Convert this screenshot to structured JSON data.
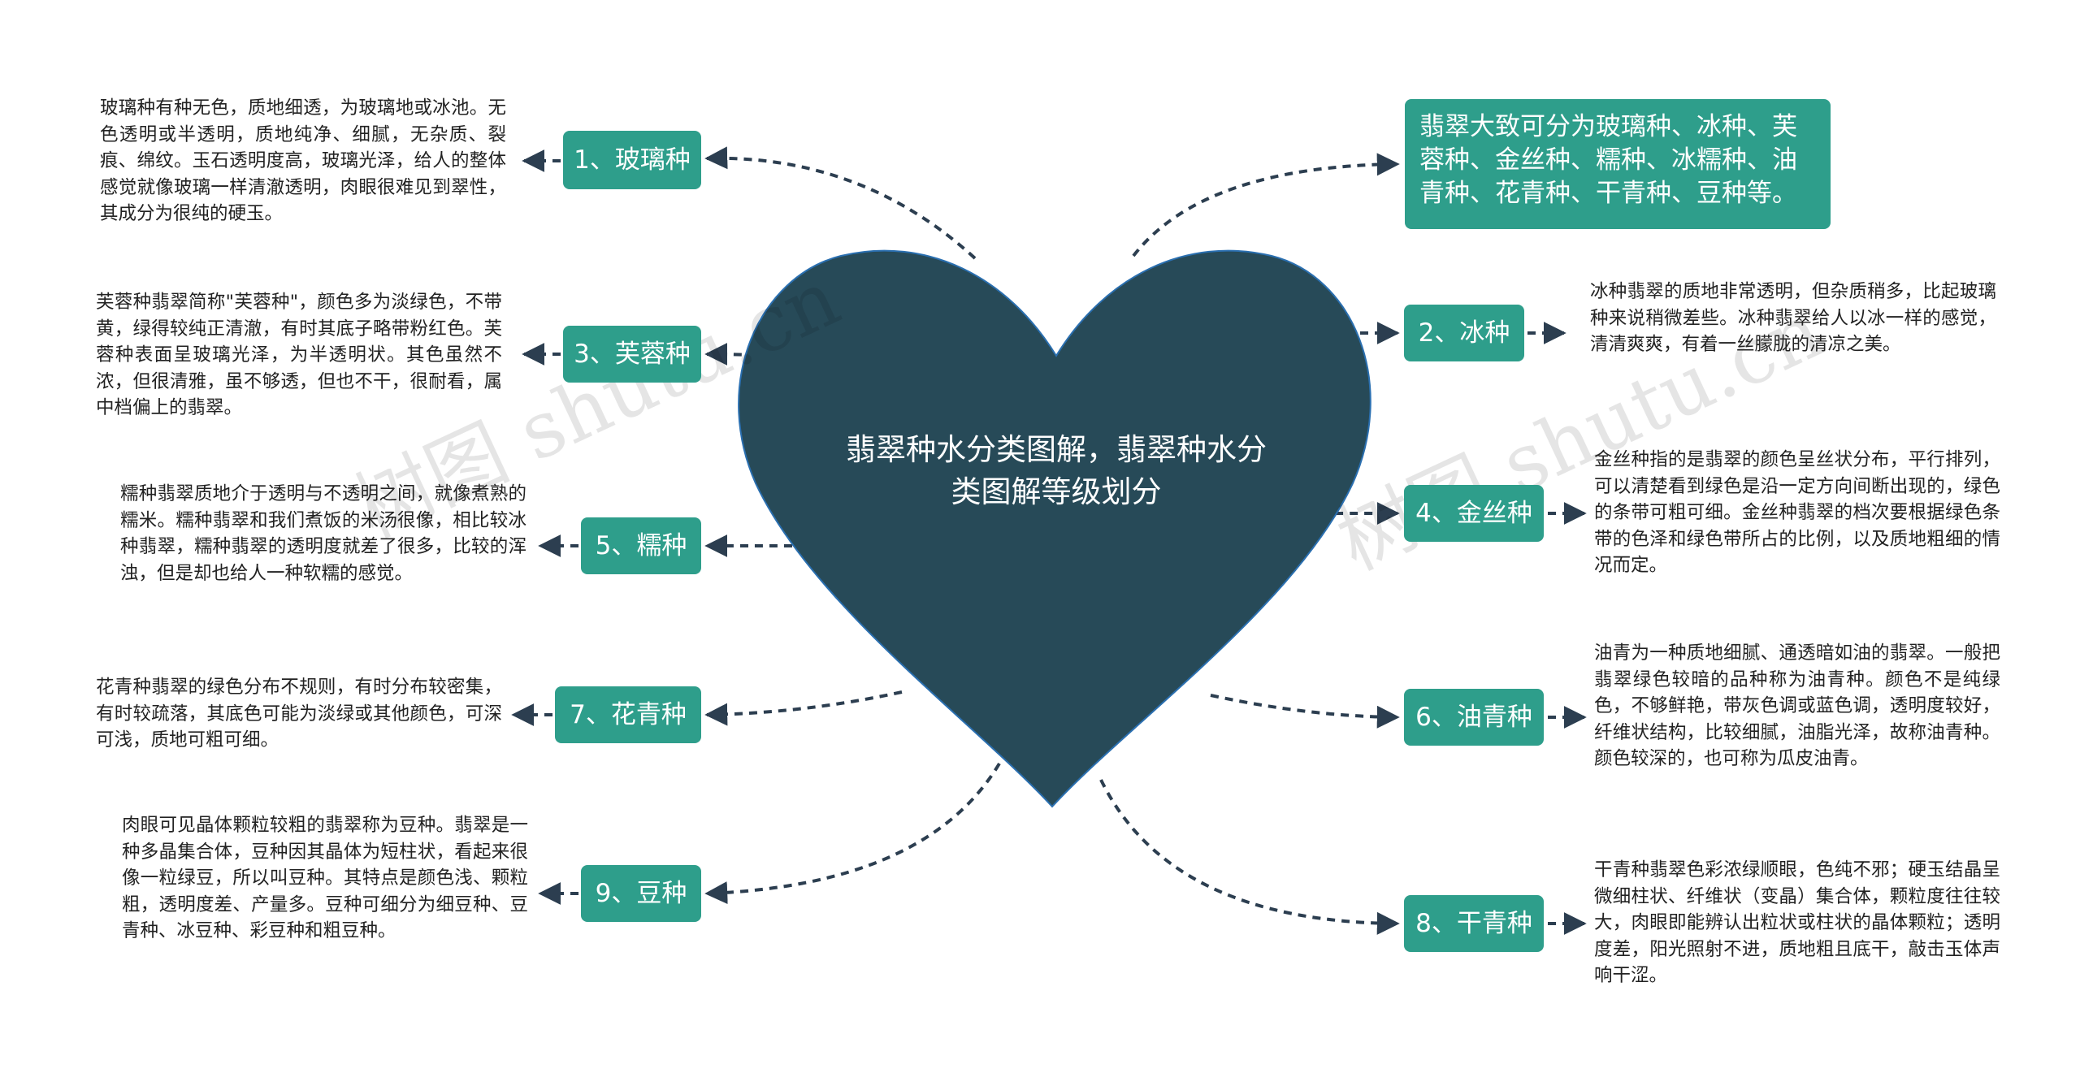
{
  "center": {
    "title": "翡翠种水分类图解，翡翠种水分类图解等级划分"
  },
  "summary": {
    "text": "翡翠大致可分为玻璃种、冰种、芙蓉种、金丝种、糯种、冰糯种、油青种、花青种、干青种、豆种等。"
  },
  "branches": [
    {
      "label": "1、玻璃种",
      "desc": "玻璃种有种无色，质地细透，为玻璃地或冰池。无色透明或半透明，质地纯净、细腻，无杂质、裂痕、绵纹。玉石透明度高，玻璃光泽，给人的整体感觉就像玻璃一样清澈透明，肉眼很难见到翠性，其成分为很纯的硬玉。"
    },
    {
      "label": "2、冰种",
      "desc": "冰种翡翠的质地非常透明，但杂质稍多，比起玻璃种来说稍微差些。冰种翡翠给人以冰一样的感觉，清清爽爽，有着一丝朦胧的清凉之美。"
    },
    {
      "label": "3、芙蓉种",
      "desc": "芙蓉种翡翠简称\"芙蓉种\"，颜色多为淡绿色，不带黄，绿得较纯正清澈，有时其底子略带粉红色。芙蓉种表面呈玻璃光泽，为半透明状。其色虽然不浓，但很清雅，虽不够透，但也不干，很耐看，属中档偏上的翡翠。"
    },
    {
      "label": "4、金丝种",
      "desc": "金丝种指的是翡翠的颜色呈丝状分布，平行排列，可以清楚看到绿色是沿一定方向间断出现的，绿色的条带可粗可细。金丝种翡翠的档次要根据绿色条带的色泽和绿色带所占的比例，以及质地粗细的情况而定。"
    },
    {
      "label": "5、糯种",
      "desc": "糯种翡翠质地介于透明与不透明之间，就像煮熟的糯米。糯种翡翠和我们煮饭的米汤很像，相比较冰种翡翠，糯种翡翠的透明度就差了很多，比较的浑浊，但是却也给人一种软糯的感觉。"
    },
    {
      "label": "6、油青种",
      "desc": "油青为一种质地细腻、通透暗如油的翡翠。一般把翡翠绿色较暗的品种称为油青种。颜色不是纯绿色，不够鲜艳，带灰色调或蓝色调，透明度较好，纤维状结构，比较细腻，油脂光泽，故称油青种。颜色较深的，也可称为瓜皮油青。"
    },
    {
      "label": "7、花青种",
      "desc": "花青种翡翠的绿色分布不规则，有时分布较密集，有时较疏落，其底色可能为淡绿或其他颜色，可深可浅，质地可粗可细。"
    },
    {
      "label": "8、干青种",
      "desc": "干青种翡翠色彩浓绿顺眼，色纯不邪；硬玉结晶呈微细柱状、纤维状（变晶）集合体，颗粒度往往较大，肉眼即能辨认出粒状或柱状的晶体颗粒；透明度差，阳光照射不进，质地粗且底干，敲击玉体声响干涩。"
    },
    {
      "label": "9、豆种",
      "desc": "肉眼可见晶体颗粒较粗的翡翠称为豆种。翡翠是一种多晶集合体，豆种因其晶体为短柱状，看起来很像一粒绿豆，所以叫豆种。其特点是颜色浅、颗粒粗，透明度差、产量多。豆种可细分为细豆种、豆青种、冰豆种、彩豆种和粗豆种。"
    }
  ],
  "watermarks": [
    "树图 shutu.cn",
    "树图 shutu.cn"
  ],
  "colors": {
    "heart": "#274a58",
    "node": "#2e9e8b",
    "connector": "#2c3e50"
  }
}
